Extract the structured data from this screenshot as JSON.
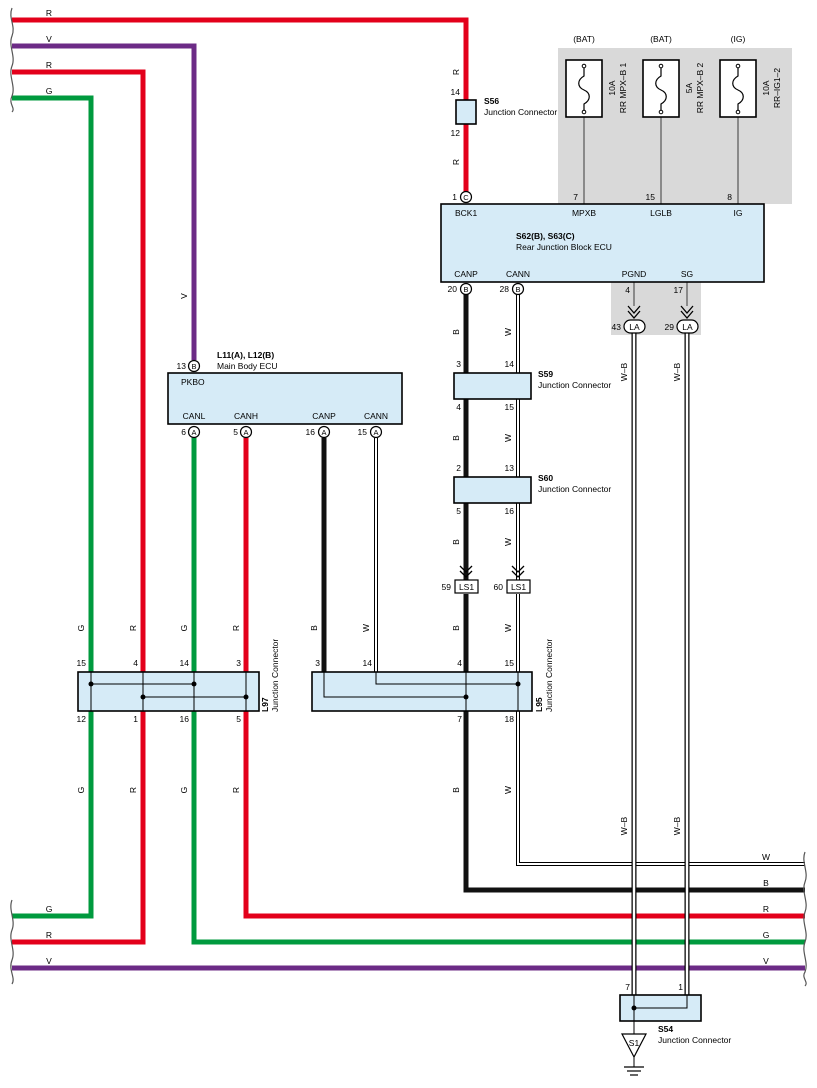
{
  "colors": {
    "R": "#e3001b",
    "V": "#6c2b86",
    "G": "#009a3e",
    "B": "#111111",
    "W": "#ffffff",
    "WB": "#ffffff",
    "component_fill": "#d6ebf7",
    "shade": "#d9d9d9"
  },
  "wire_labels": {
    "r": "R",
    "v": "V",
    "g": "G",
    "b": "B",
    "w": "W",
    "wb": "W–B"
  },
  "rear_ecu": {
    "id": "S62(B), S63(C)",
    "name": "Rear Junction Block ECU",
    "pins": {
      "bck1": {
        "no": "1",
        "conn": "C",
        "label": "BCK1"
      },
      "mpxb": {
        "no": "7",
        "label": "MPXB"
      },
      "lglb": {
        "no": "15",
        "label": "LGLB"
      },
      "ig": {
        "no": "8",
        "label": "IG"
      },
      "canp": {
        "no": "20",
        "conn": "B",
        "label": "CANP"
      },
      "cann": {
        "no": "28",
        "conn": "B",
        "label": "CANN"
      },
      "pgnd": {
        "no": "4",
        "label": "PGND"
      },
      "sg": {
        "no": "17",
        "label": "SG"
      }
    }
  },
  "fuses": [
    {
      "source": "(BAT)",
      "rating": "10A",
      "name": "RR MPX–B 1"
    },
    {
      "source": "(BAT)",
      "rating": "5A",
      "name": "RR MPX–B 2"
    },
    {
      "source": "(IG)",
      "rating": "10A",
      "name": "RR–IG1–2"
    }
  ],
  "main_ecu": {
    "id": "L11(A), L12(B)",
    "name": "Main Body ECU",
    "pins": {
      "pkbo": {
        "no": "13",
        "conn": "B",
        "label": "PKBO"
      },
      "canl": {
        "no": "6",
        "conn": "A",
        "label": "CANL"
      },
      "canh": {
        "no": "5",
        "conn": "A",
        "label": "CANH"
      },
      "canp": {
        "no": "16",
        "conn": "A",
        "label": "CANP"
      },
      "cann": {
        "no": "15",
        "conn": "A",
        "label": "CANN"
      }
    }
  },
  "junctions": {
    "s56": {
      "id": "S56",
      "type": "Junction Connector",
      "pin_top": "14",
      "pin_bottom": "12"
    },
    "s59": {
      "id": "S59",
      "type": "Junction Connector",
      "pins_top": [
        "3",
        "14"
      ],
      "pins_bottom": [
        "4",
        "15"
      ]
    },
    "s60": {
      "id": "S60",
      "type": "Junction Connector",
      "pins_top": [
        "2",
        "13"
      ],
      "pins_bottom": [
        "5",
        "16"
      ]
    },
    "l97": {
      "id": "L97",
      "type": "Junction Connector",
      "pins_top": [
        "15",
        "4",
        "14",
        "3"
      ],
      "pins_bottom": [
        "12",
        "1",
        "16",
        "5"
      ]
    },
    "l95": {
      "id": "L95",
      "type": "Junction Connector",
      "pins_top": [
        "3",
        "14",
        "4",
        "15"
      ],
      "pins_bottom": [
        "7",
        "18"
      ]
    },
    "s54": {
      "id": "S54",
      "type": "Junction Connector",
      "pins_top": [
        "7",
        "1"
      ]
    }
  },
  "inline_connectors": {
    "ls1_a": {
      "no": "59",
      "label": "LS1"
    },
    "ls1_b": {
      "no": "60",
      "label": "LS1"
    },
    "la_a": {
      "no": "43",
      "label": "LA"
    },
    "la_b": {
      "no": "29",
      "label": "LA"
    }
  },
  "ground": {
    "label": "S1"
  }
}
